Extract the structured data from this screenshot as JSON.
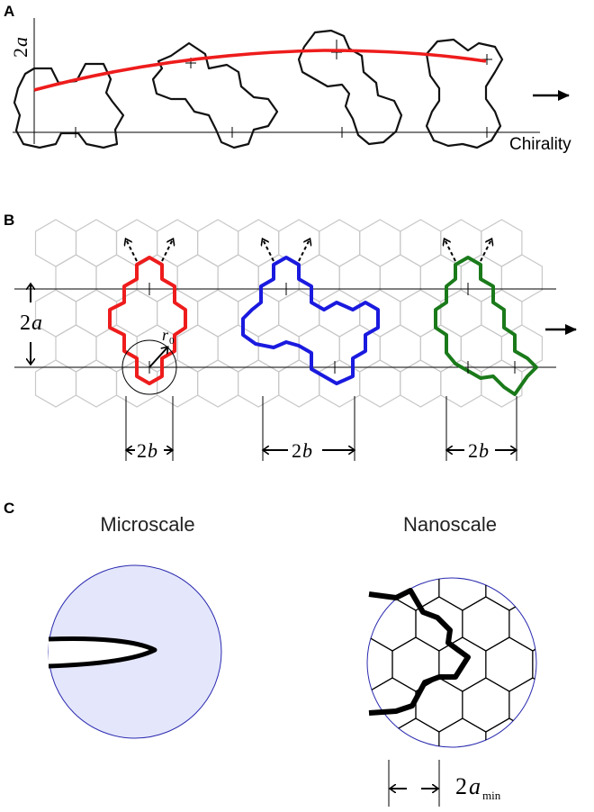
{
  "panel_a": {
    "letter": "A",
    "ylabel_num": "2",
    "ylabel_var": "a",
    "xlabel": "Chirality"
  },
  "panel_b": {
    "letter": "B",
    "spacing_num": "2",
    "spacing_var": "a",
    "radius_var": "r",
    "radius_sub": "0",
    "width_num": "2",
    "width_var": "b",
    "colors": {
      "red": "#ee1c1c",
      "blue": "#1a1adf",
      "green": "#1a7a1a",
      "grid": "#c8c8c8"
    }
  },
  "panel_c": {
    "letter": "C",
    "left_title": "Microscale",
    "right_title": "Nanoscale",
    "dim_num": "2",
    "dim_var": "a",
    "dim_sub": "min",
    "colors": {
      "disk_fill": "#e4e6fb",
      "disk_stroke": "#2a2ab0"
    }
  }
}
